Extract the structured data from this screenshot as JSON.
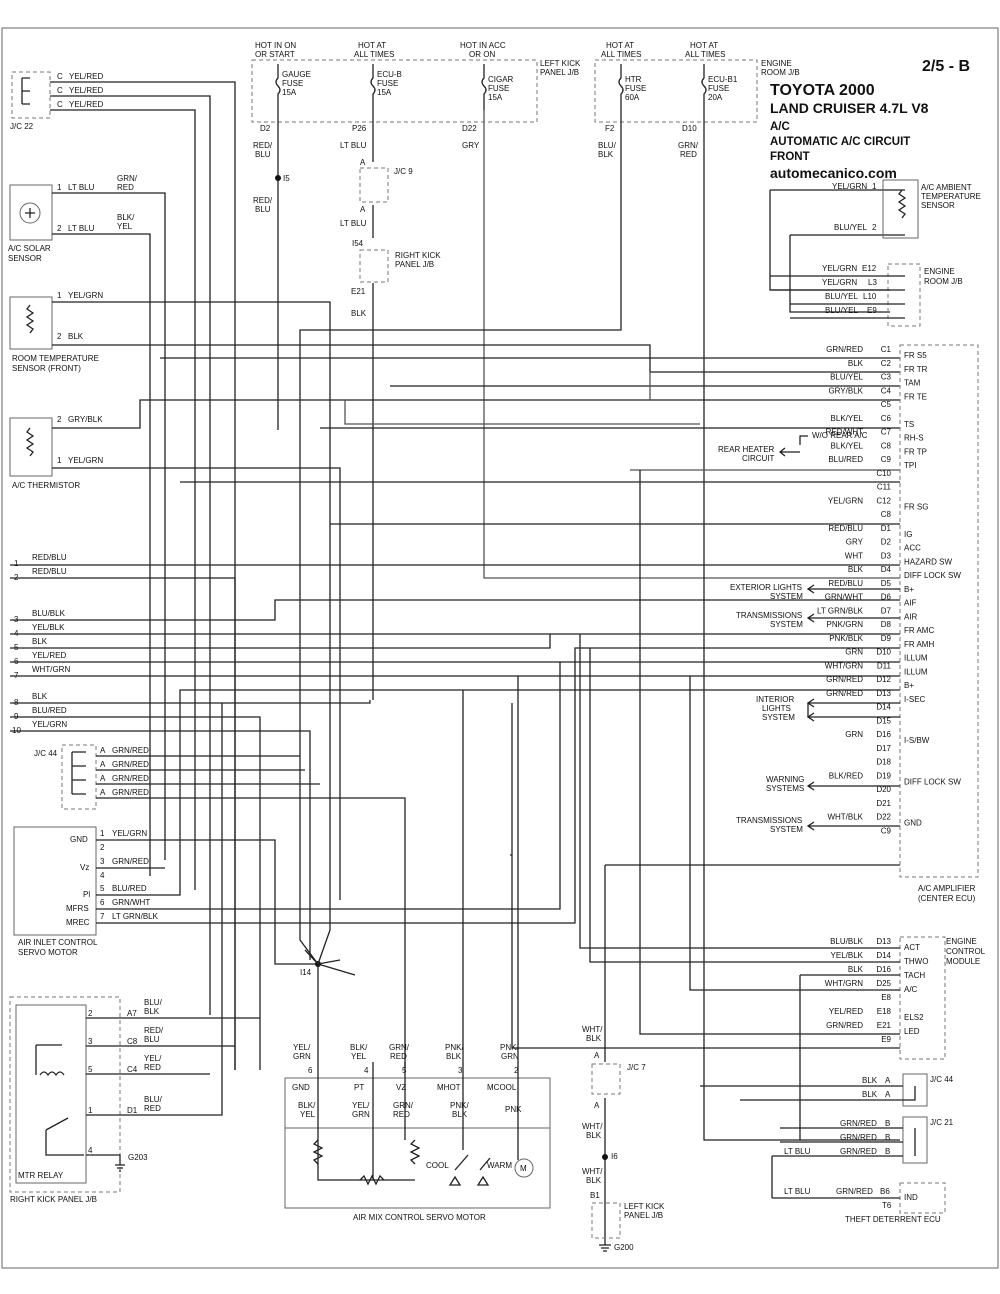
{
  "header": {
    "page_ref": "2/5 - B",
    "title": "TOYOTA 2000",
    "model": "LAND CRUISER   4.7L  V8",
    "system": "A/C",
    "circuit": "AUTOMATIC A/C CIRCUIT",
    "position": "FRONT",
    "website": "automecanico.com"
  },
  "fuses": {
    "gauge": {
      "supply": [
        "HOT IN ON",
        "OR START"
      ],
      "name": [
        "GAUGE",
        "FUSE",
        "15A"
      ],
      "terminal": "D2",
      "wire": [
        "RED/",
        "BLU"
      ]
    },
    "ecub": {
      "supply": [
        "HOT AT",
        "ALL TIMES"
      ],
      "name": [
        "ECU-B",
        "FUSE",
        "15A"
      ],
      "terminal": "P26",
      "wire": "LT BLU"
    },
    "cigar": {
      "supply": [
        "HOT IN ACC",
        "OR ON"
      ],
      "name": [
        "CIGAR",
        "FUSE",
        "15A"
      ],
      "terminal": "D22",
      "wire": "GRY"
    },
    "htr": {
      "supply": [
        "HOT AT",
        "ALL TIMES"
      ],
      "name": [
        "HTR",
        "FUSE",
        "60A"
      ],
      "terminal": "F2",
      "wire": [
        "BLU/",
        "BLK"
      ]
    },
    "ecub1": {
      "supply": [
        "HOT AT",
        "ALL TIMES"
      ],
      "name": [
        "ECU-B1",
        "FUSE",
        "20A"
      ],
      "terminal": "D10",
      "wire": [
        "GRN/",
        "RED"
      ]
    },
    "left_kick_panel": [
      "LEFT KICK",
      "PANEL J/B"
    ],
    "engine_room": [
      "ENGINE",
      "ROOM J/B"
    ]
  },
  "splices": {
    "i5": "I5",
    "jc9": "J/C 9",
    "jc9_a1": "A",
    "jc9_a2": "A",
    "i54": "I54",
    "e21": "E21",
    "rkp": [
      "RIGHT KICK",
      "PANEL J/B"
    ],
    "i5_wire": [
      "RED/",
      "BLU"
    ],
    "jc9_wire": "LT BLU",
    "e21_wire": "BLK"
  },
  "jc22": {
    "label": "J/C 22",
    "rows": [
      {
        "pin": "C",
        "wire": "YEL/RED"
      },
      {
        "pin": "C",
        "wire": "YEL/RED"
      },
      {
        "pin": "C",
        "wire": "YEL/RED"
      }
    ]
  },
  "solar_sensor": {
    "label": [
      "A/C SOLAR",
      "SENSOR"
    ],
    "pins": [
      {
        "pin": "1",
        "wire": "LT BLU",
        "out": [
          "GRN/",
          "RED"
        ]
      },
      {
        "pin": "2",
        "wire": "LT BLU",
        "out": [
          "BLK/",
          "YEL"
        ]
      }
    ]
  },
  "room_sensor": {
    "label": [
      "ROOM TEMPERATURE",
      "SENSOR (FRONT)"
    ],
    "pins": [
      {
        "pin": "1",
        "wire": "YEL/GRN"
      },
      {
        "pin": "2",
        "wire": "BLK"
      }
    ]
  },
  "thermistor": {
    "label": "A/C THERMISTOR",
    "pins": [
      {
        "pin": "2",
        "wire": "GRY/BLK"
      },
      {
        "pin": "1",
        "wire": "YEL/GRN"
      }
    ]
  },
  "left_lines": [
    {
      "n": "1",
      "wire": "RED/BLU"
    },
    {
      "n": "2",
      "wire": "RED/BLU"
    },
    {
      "n": "3",
      "wire": "BLU/BLK"
    },
    {
      "n": "4",
      "wire": "YEL/BLK"
    },
    {
      "n": "5",
      "wire": "BLK"
    },
    {
      "n": "6",
      "wire": "YEL/RED"
    },
    {
      "n": "7",
      "wire": "WHT/GRN"
    },
    {
      "n": "8",
      "wire": "BLK"
    },
    {
      "n": "9",
      "wire": "BLU/RED"
    },
    {
      "n": "10",
      "wire": "YEL/GRN"
    }
  ],
  "jc44_left": {
    "label": "J/C 44",
    "rows": [
      {
        "pin": "A",
        "wire": "GRN/RED"
      },
      {
        "pin": "A",
        "wire": "GRN/RED"
      },
      {
        "pin": "A",
        "wire": "GRN/RED"
      },
      {
        "pin": "A",
        "wire": "GRN/RED"
      }
    ]
  },
  "air_inlet": {
    "label": [
      "AIR INLET CONTROL",
      "SERVO MOTOR"
    ],
    "pins": [
      {
        "name": "GND",
        "pin": "1",
        "wire": "YEL/GRN"
      },
      {
        "name": "",
        "pin": "2",
        "wire": ""
      },
      {
        "name": "Vz",
        "pin": "3",
        "wire": "GRN/RED"
      },
      {
        "name": "",
        "pin": "4",
        "wire": ""
      },
      {
        "name": "Pl",
        "pin": "5",
        "wire": "BLU/RED"
      },
      {
        "name": "MFRS",
        "pin": "6",
        "wire": "GRN/WHT"
      },
      {
        "name": "MREC",
        "pin": "7",
        "wire": "LT GRN/BLK"
      }
    ]
  },
  "i14": "I14",
  "mtr_relay": {
    "label": "MTR RELAY",
    "panel": "RIGHT KICK PANEL J/B",
    "pins": [
      {
        "pin": "2",
        "conn": "A7",
        "wire": [
          "BLU/",
          "BLK"
        ]
      },
      {
        "pin": "3",
        "conn": "C8",
        "wire": [
          "RED/",
          "BLU"
        ]
      },
      {
        "pin": "5",
        "conn": "C4",
        "wire": [
          "YEL/",
          "RED"
        ]
      },
      {
        "pin": "1",
        "conn": "D1",
        "wire": [
          "BLU/",
          "RED"
        ]
      },
      {
        "pin": "4",
        "conn": "",
        "wire": ""
      }
    ],
    "ground": "G203"
  },
  "air_mix": {
    "label": "AIR MIX CONTROL SERVO MOTOR",
    "cols": [
      {
        "wire": [
          "YEL/",
          "GRN"
        ],
        "pin": "6",
        "name": "GND",
        "inner": [
          "BLK/",
          "YEL"
        ]
      },
      {
        "wire": [
          "BLK/",
          "YEL"
        ],
        "pin": "4",
        "name": "PT",
        "inner": [
          "YEL/",
          "GRN"
        ]
      },
      {
        "wire": [
          "GRN/",
          "RED"
        ],
        "pin": "5",
        "name": "VZ",
        "inner": [
          "GRN/",
          "RED"
        ]
      },
      {
        "wire": [
          "PNK/",
          "BLK"
        ],
        "pin": "3",
        "name": "MHOT",
        "inner": [
          "PNK/",
          "BLK"
        ]
      },
      {
        "wire": [
          "PNK/",
          "GRN"
        ],
        "pin": "2",
        "name": "MCOOL",
        "inner": [
          "PNK",
          ""
        ]
      }
    ],
    "cool": "COOL",
    "warm": "WARM",
    "motor": "M"
  },
  "ground_chain": {
    "jc7": "J/C 7",
    "a1": "A",
    "a2": "A",
    "i6": "I6",
    "b1": "B1",
    "panel": [
      "LEFT KICK",
      "PANEL J/B"
    ],
    "ground": "G200",
    "wire1": [
      "WHT/",
      "BLK"
    ],
    "wire2": [
      "WHT/",
      "BLK"
    ],
    "wire3": [
      "WHT/",
      "BLK"
    ]
  },
  "ambient_sensor": {
    "label": [
      "A/C AMBIENT",
      "TEMPERATURE",
      "SENSOR"
    ],
    "pins": [
      {
        "wire": "YEL/GRN",
        "pin": "1"
      },
      {
        "wire": "BLU/YEL",
        "pin": "2"
      }
    ]
  },
  "engine_room_jb": {
    "label": [
      "ENGINE",
      "ROOM J/B"
    ],
    "rows": [
      {
        "wire": "YEL/GRN",
        "pin": "E12"
      },
      {
        "wire": "YEL/GRN",
        "pin": "L3"
      },
      {
        "wire": "BLU/YEL",
        "pin": "L10"
      },
      {
        "wire": "BLU/YEL",
        "pin": "E9"
      }
    ]
  },
  "amplifier": {
    "label": [
      "A/C AMPLIFIER",
      "(CENTER ECU)"
    ],
    "pins": [
      {
        "wire": "GRN/RED",
        "pin": "C1",
        "name": "FR S5"
      },
      {
        "wire": "BLK",
        "pin": "C2",
        "name": "FR TR"
      },
      {
        "wire": "BLU/YEL",
        "pin": "C3",
        "name": "TAM"
      },
      {
        "wire": "GRY/BLK",
        "pin": "C4",
        "name": "FR TE"
      },
      {
        "wire": "",
        "pin": "C5",
        "name": ""
      },
      {
        "wire": "BLK/YEL",
        "pin": "C6",
        "name": "TS"
      },
      {
        "wire": "RED/WHT",
        "pin": "C7",
        "name": "RH-S"
      },
      {
        "wire": "BLK/YEL",
        "pin": "C8",
        "name": "FR TP"
      },
      {
        "wire": "BLU/RED",
        "pin": "C9",
        "name": "TPI"
      },
      {
        "wire": "",
        "pin": "C10",
        "name": ""
      },
      {
        "wire": "",
        "pin": "C11",
        "name": ""
      },
      {
        "wire": "YEL/GRN",
        "pin": "C12",
        "name": "FR SG"
      },
      {
        "wire": "",
        "pin": "C8",
        "name": ""
      },
      {
        "wire": "RED/BLU",
        "pin": "D1",
        "name": "IG"
      },
      {
        "wire": "GRY",
        "pin": "D2",
        "name": "ACC"
      },
      {
        "wire": "WHT",
        "pin": "D3",
        "name": "HAZARD SW"
      },
      {
        "wire": "BLK",
        "pin": "D4",
        "name": "DIFF LOCK SW"
      },
      {
        "wire": "RED/BLU",
        "pin": "D5",
        "name": "B+"
      },
      {
        "wire": "GRN/WHT",
        "pin": "D6",
        "name": "AIF"
      },
      {
        "wire": "LT GRN/BLK",
        "pin": "D7",
        "name": "AIR"
      },
      {
        "wire": "PNK/GRN",
        "pin": "D8",
        "name": "FR AMC"
      },
      {
        "wire": "PNK/BLK",
        "pin": "D9",
        "name": "FR AMH"
      },
      {
        "wire": "GRN",
        "pin": "D10",
        "name": "ILLUM"
      },
      {
        "wire": "WHT/GRN",
        "pin": "D11",
        "name": "ILLUM"
      },
      {
        "wire": "GRN/RED",
        "pin": "D12",
        "name": "B+"
      },
      {
        "wire": "GRN/RED",
        "pin": "D13",
        "name": "I-SEC"
      },
      {
        "wire": "",
        "pin": "D14",
        "name": ""
      },
      {
        "wire": "",
        "pin": "D15",
        "name": ""
      },
      {
        "wire": "GRN",
        "pin": "D16",
        "name": "I-S/BW"
      },
      {
        "wire": "",
        "pin": "D17",
        "name": ""
      },
      {
        "wire": "",
        "pin": "D18",
        "name": ""
      },
      {
        "wire": "BLK/RED",
        "pin": "D19",
        "name": "DIFF LOCK SW"
      },
      {
        "wire": "",
        "pin": "D20",
        "name": ""
      },
      {
        "wire": "",
        "pin": "D21",
        "name": ""
      },
      {
        "wire": "WHT/BLK",
        "pin": "D22",
        "name": "GND"
      },
      {
        "wire": "",
        "pin": "C9",
        "name": ""
      }
    ]
  },
  "callouts": {
    "wo_rear": "W/O REAR A/C",
    "rear_heater": [
      "REAR HEATER",
      "CIRCUIT"
    ],
    "exterior": [
      "EXTERIOR LIGHTS",
      "SYSTEM"
    ],
    "transmissions1": [
      "TRANSMISSIONS",
      "SYSTEM"
    ],
    "interior": [
      "INTERIOR",
      "LIGHTS",
      "SYSTEM"
    ],
    "warning": [
      "WARNING",
      "SYSTEMS"
    ],
    "transmissions2": [
      "TRANSMISSIONS",
      "SYSTEM"
    ]
  },
  "ecm": {
    "label": [
      "ENGINE",
      "CONTROL",
      "MODULE"
    ],
    "pins": [
      {
        "wire": "BLU/BLK",
        "pin": "D13",
        "name": "ACT"
      },
      {
        "wire": "YEL/BLK",
        "pin": "D14",
        "name": "THWO"
      },
      {
        "wire": "BLK",
        "pin": "D16",
        "name": "TACH"
      },
      {
        "wire": "WHT/GRN",
        "pin": "D25",
        "name": "A/C"
      },
      {
        "wire": "",
        "pin": "E8",
        "name": ""
      },
      {
        "wire": "YEL/RED",
        "pin": "E18",
        "name": "ELS2"
      },
      {
        "wire": "GRN/RED",
        "pin": "E21",
        "name": "LED"
      },
      {
        "wire": "",
        "pin": "E9",
        "name": ""
      }
    ]
  },
  "jc44_right": {
    "label": "J/C 44",
    "rows": [
      {
        "wire": "BLK",
        "pin": "A"
      },
      {
        "wire": "BLK",
        "pin": "A"
      }
    ]
  },
  "jc21": {
    "label": "J/C 21",
    "rows": [
      {
        "wire": "GRN/RED",
        "pin": "B"
      },
      {
        "wire": "GRN/RED",
        "pin": "B"
      },
      {
        "wire": "GRN/RED",
        "pin": "B",
        "left": "LT BLU"
      }
    ]
  },
  "theft": {
    "label": "THEFT DETERRENT ECU",
    "rows": [
      {
        "left": "LT BLU",
        "wire": "GRN/RED",
        "pin": "B6",
        "name": "IND"
      },
      {
        "pin": "T6"
      }
    ]
  }
}
